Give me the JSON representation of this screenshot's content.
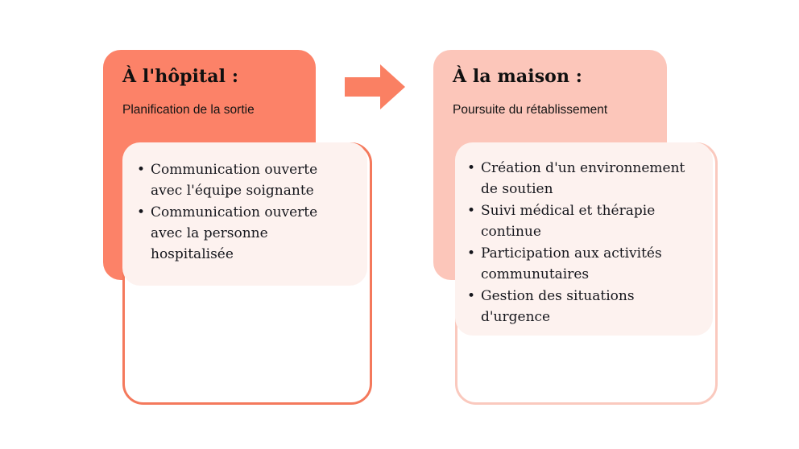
{
  "diagram": {
    "columns": [
      {
        "id": "hopital",
        "title": "À l'hôpital :",
        "subtitle": "Planification de la sortie",
        "header_color": "#FC8268",
        "border_color": "#F4795C",
        "panel_color": "#FDF2EF",
        "bullets": [
          "Communication ouverte avec l'équipe soignante",
          "Communication ouverte avec la personne hospitalisée"
        ]
      },
      {
        "id": "maison",
        "title": "À la maison :",
        "subtitle": "Poursuite du rétablissement",
        "header_color": "#FCC6BA",
        "border_color": "#FAC9BE",
        "panel_color": "#FDF2EF",
        "bullets": [
          "Création d'un environnement de soutien",
          "Suivi médical et thérapie continue",
          "Participation aux activités communutaires",
          "Gestion des situations d'urgence"
        ]
      }
    ],
    "connector": {
      "icon": "arrow-right-icon",
      "color": "#FA8063"
    },
    "bullet_glyph": "•",
    "background_color": "#FFFFFF"
  }
}
